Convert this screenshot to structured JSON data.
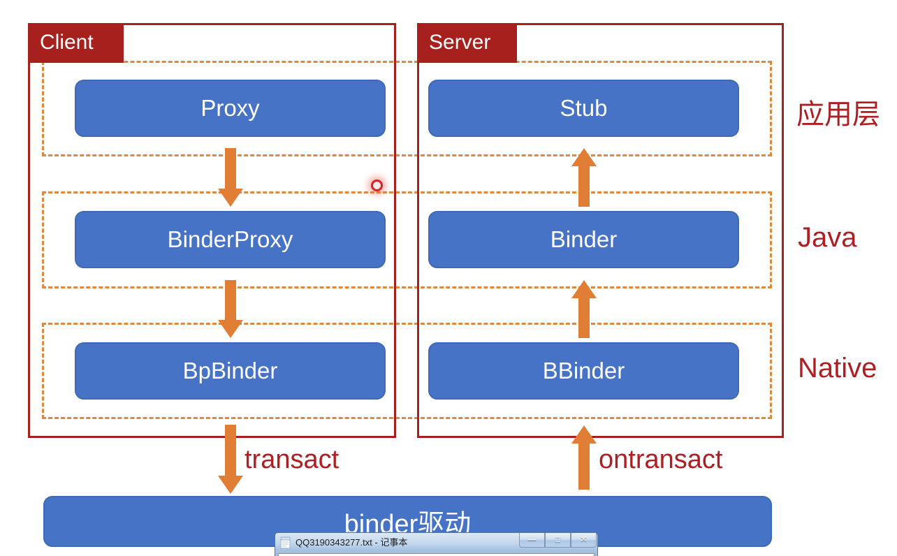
{
  "diagram": {
    "client": {
      "label": "Client"
    },
    "server": {
      "label": "Server"
    },
    "layer_labels": {
      "app": "应用层",
      "java": "Java",
      "native": "Native"
    },
    "nodes": {
      "proxy": "Proxy",
      "stub": "Stub",
      "binder_proxy": "BinderProxy",
      "binder": "Binder",
      "bp_binder": "BpBinder",
      "b_binder": "BBinder",
      "driver": "binder驱动"
    },
    "edges": {
      "transact": "transact",
      "ontransact": "ontransact"
    },
    "colors": {
      "container_red": "#a6201e",
      "label_text_red": "#ad1f23",
      "dashed_orange": "#dc8a3e",
      "arrow_orange": "#e17e35",
      "node_blue": "#4673c5",
      "node_text": "#ffffff"
    }
  },
  "notepad": {
    "title": "QQ3190343277.txt - 记事本",
    "buttons": {
      "minimize": "—",
      "maximize": "□",
      "close": "✕"
    }
  }
}
